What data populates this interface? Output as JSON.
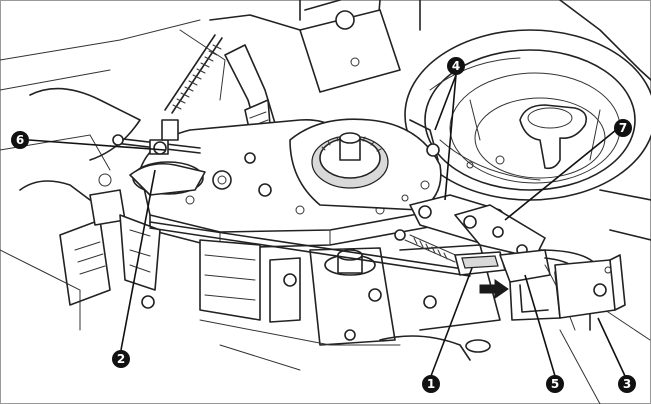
{
  "callouts": [
    {
      "id": "1",
      "label": "1"
    },
    {
      "id": "2",
      "label": "2"
    },
    {
      "id": "3",
      "label": "3"
    },
    {
      "id": "4",
      "label": "4"
    },
    {
      "id": "5",
      "label": "5"
    },
    {
      "id": "6",
      "label": "6"
    },
    {
      "id": "7",
      "label": "7"
    }
  ],
  "arrow": {
    "direction": "right"
  }
}
